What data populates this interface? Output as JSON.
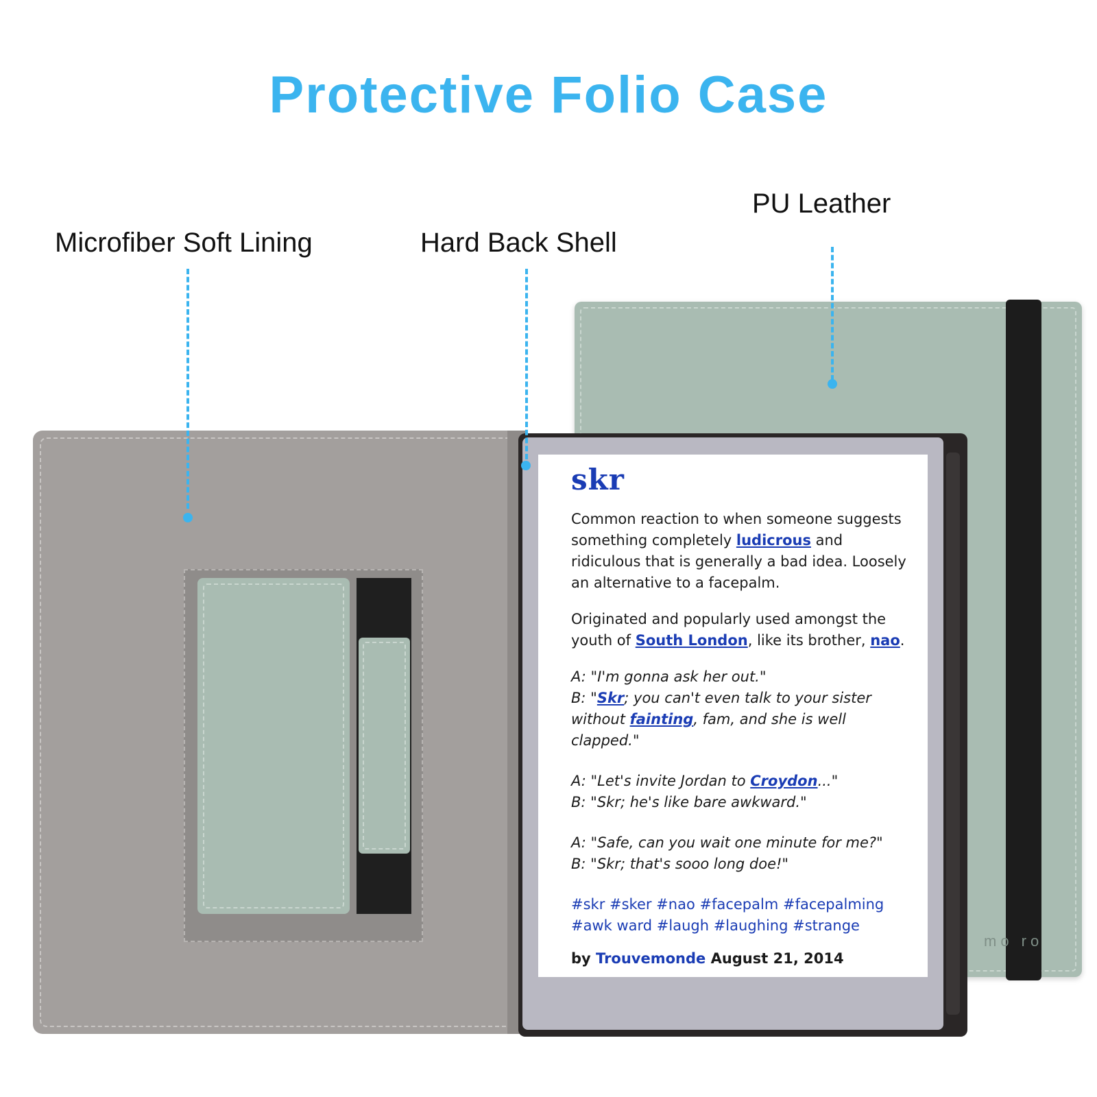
{
  "title": "Protective Folio Case",
  "callouts": {
    "lining": "Microfiber Soft Lining",
    "shell": "Hard Back Shell",
    "leather": "PU Leather"
  },
  "brand": "mo  ro",
  "colors": {
    "accent": "#3bb4ef",
    "leather": "#a9bcb2",
    "lining": "#a39f9d",
    "link": "#1a3cb4"
  },
  "screen": {
    "word": "skr",
    "def1": {
      "t1": "Common reaction to when someone suggests something completely ",
      "l1": "ludicrous",
      "t2": " and ridiculous that is generally a bad idea. Loosely an alternative to a facepalm."
    },
    "def2": {
      "t1": "Originated and popularly used amongst the youth of ",
      "l1": "South London",
      "t2": ", like its brother, ",
      "l2": "nao",
      "t3": "."
    },
    "ex1": {
      "a": "A: \"I'm gonna ask her out.\"",
      "b1": "B: \"",
      "bl": "Skr",
      "b2": "; you can't even talk to your sister without ",
      "bl2": "fainting",
      "b3": ", fam, and she is well clapped.\""
    },
    "ex2": {
      "a1": "A: \"Let's invite Jordan to ",
      "al": "Croydon",
      "a2": "...\"",
      "b": "B: \"Skr; he's like bare awkward.\""
    },
    "ex3": {
      "a": "A: \"Safe, can you wait one minute for me?\"",
      "b": "B: \"Skr; that's sooo long doe!\""
    },
    "tags": "#skr #sker #nao #facepalm #facepalming #awk ward #laugh #laughing #strange",
    "byline": {
      "by": "by ",
      "author": "Trouvemonde",
      "date": " August 21, 2014"
    }
  }
}
